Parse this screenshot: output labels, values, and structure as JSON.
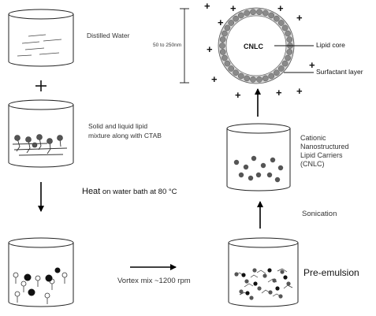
{
  "steps": {
    "distilled_water": "Distilled Water",
    "lipid_mixture_line1": "Solid and liquid lipid",
    "lipid_mixture_line2": "mixture along with CTAB",
    "heat_bold": "Heat",
    "heat_rest": " on water bath at 80 °C",
    "vortex": "Vortex mix ~1200 rpm",
    "pre_emulsion": "Pre-emulsion",
    "sonication": "Sonication",
    "cnlc_line1": "Cationic",
    "cnlc_line2": "Nanostructured",
    "cnlc_line3": "Lipid Carriers",
    "cnlc_line4": "(CNLC)"
  },
  "particle": {
    "center_label": "CNLC",
    "size_range": "50 to 250nm",
    "lipid_core_label": "Lipid core",
    "surfactant_label": "Surfactant layer",
    "charge_symbol": "+"
  },
  "operator_symbol": "+"
}
